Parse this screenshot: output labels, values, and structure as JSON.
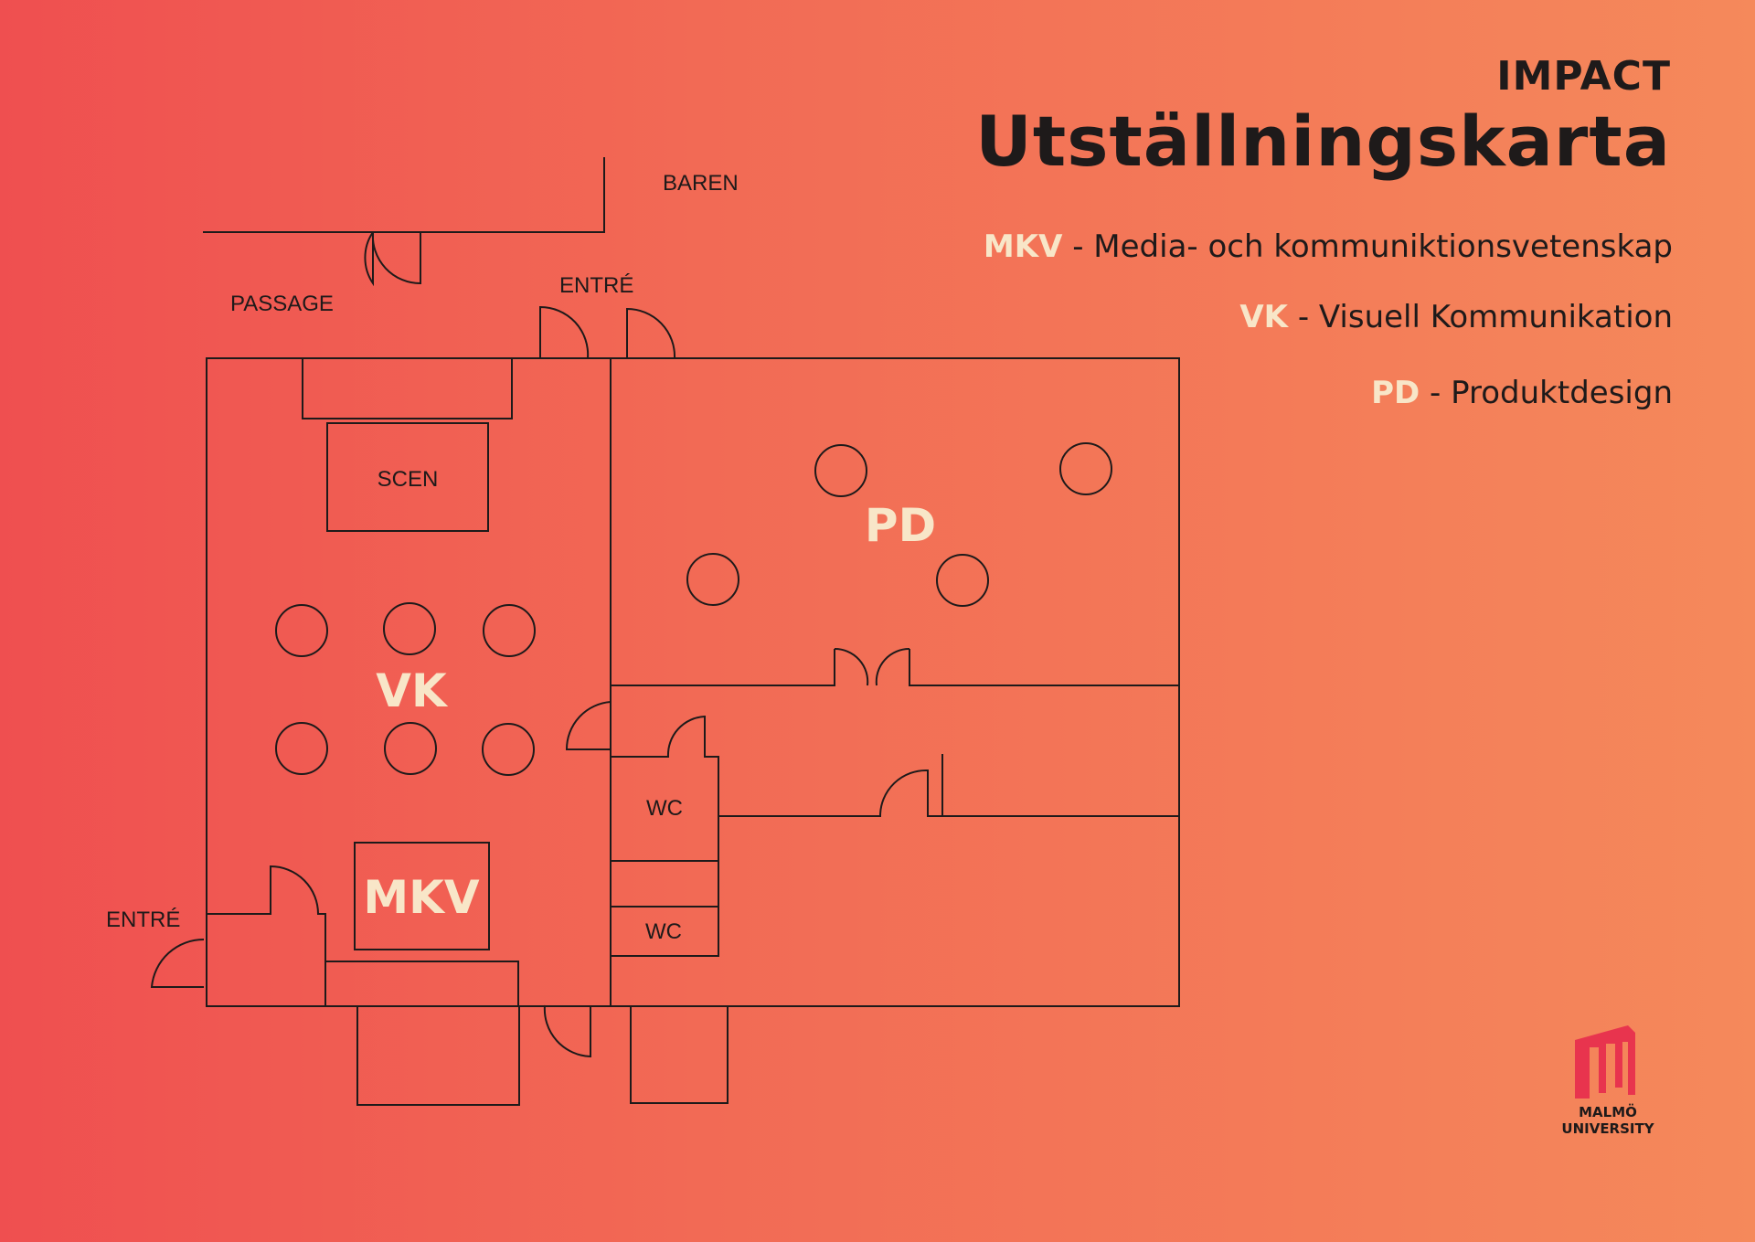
{
  "header": {
    "pretitle": "IMPACT",
    "title": "Utställningskarta"
  },
  "legend": [
    {
      "abbr": "MKV",
      "separator": " - ",
      "name": "Media- och kommuniktionsvetenskap"
    },
    {
      "abbr": "VK",
      "separator": " - ",
      "name": "Visuell Kommunikation"
    },
    {
      "abbr": "PD",
      "separator": " - ",
      "name": "Produktdesign"
    }
  ],
  "map": {
    "labels": {
      "baren": "BAREN",
      "passage": "PASSAGE",
      "entrance_top": "ENTRÉ",
      "entrance_left": "ENTRÉ",
      "stage": "SCEN",
      "wc_upper": "WC",
      "wc_lower": "WC"
    },
    "zones": {
      "pd": "PD",
      "vk": "VK",
      "mkv": "MKV"
    }
  },
  "logo": {
    "line1": "MALMÖ",
    "line2": "UNIVERSITY",
    "color": "#e8344e"
  },
  "colors": {
    "background_left": "#ef4f50",
    "background_right": "#f5895b",
    "ink": "#1e1a1a",
    "highlight": "#f8e6c8"
  }
}
